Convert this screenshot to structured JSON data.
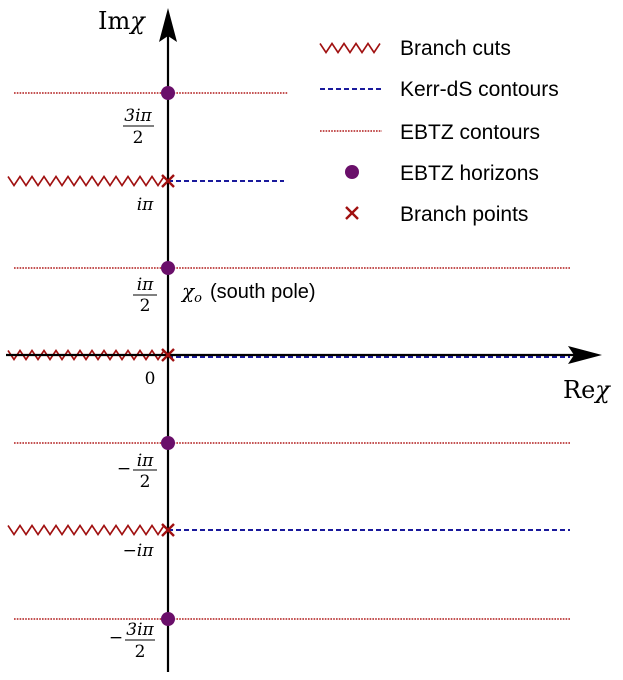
{
  "axes": {
    "y_label_prefix": "Im",
    "y_label_symbol": "χ",
    "x_label_prefix": "Re",
    "x_label_symbol": "χ"
  },
  "ticks": {
    "t3ipi2_num": "3iπ",
    "t3ipi2_den": "2",
    "tipi": "iπ",
    "tipi2_num": "iπ",
    "tipi2_den": "2",
    "t0": "0",
    "tmipi2_sign": "−",
    "tmipi2_num": "iπ",
    "tmipi2_den": "2",
    "tmipi": "−iπ",
    "tm3ipi2_sign": "−",
    "tm3ipi2_num": "3iπ",
    "tm3ipi2_den": "2"
  },
  "annotation": {
    "symbol": "χ",
    "subscript": "o",
    "text": "(south pole)"
  },
  "legend": {
    "branch_cuts": "Branch cuts",
    "kerr_ds": "Kerr-dS contours",
    "ebtz_contours": "EBTZ contours",
    "ebtz_horizons": "EBTZ horizons",
    "branch_points": "Branch points"
  },
  "colors": {
    "branch": "#a01010",
    "kerr": "#1a1a9c",
    "ebtz_line": "#b01818",
    "horizon": "#6a0f6a",
    "axis": "#000000"
  }
}
